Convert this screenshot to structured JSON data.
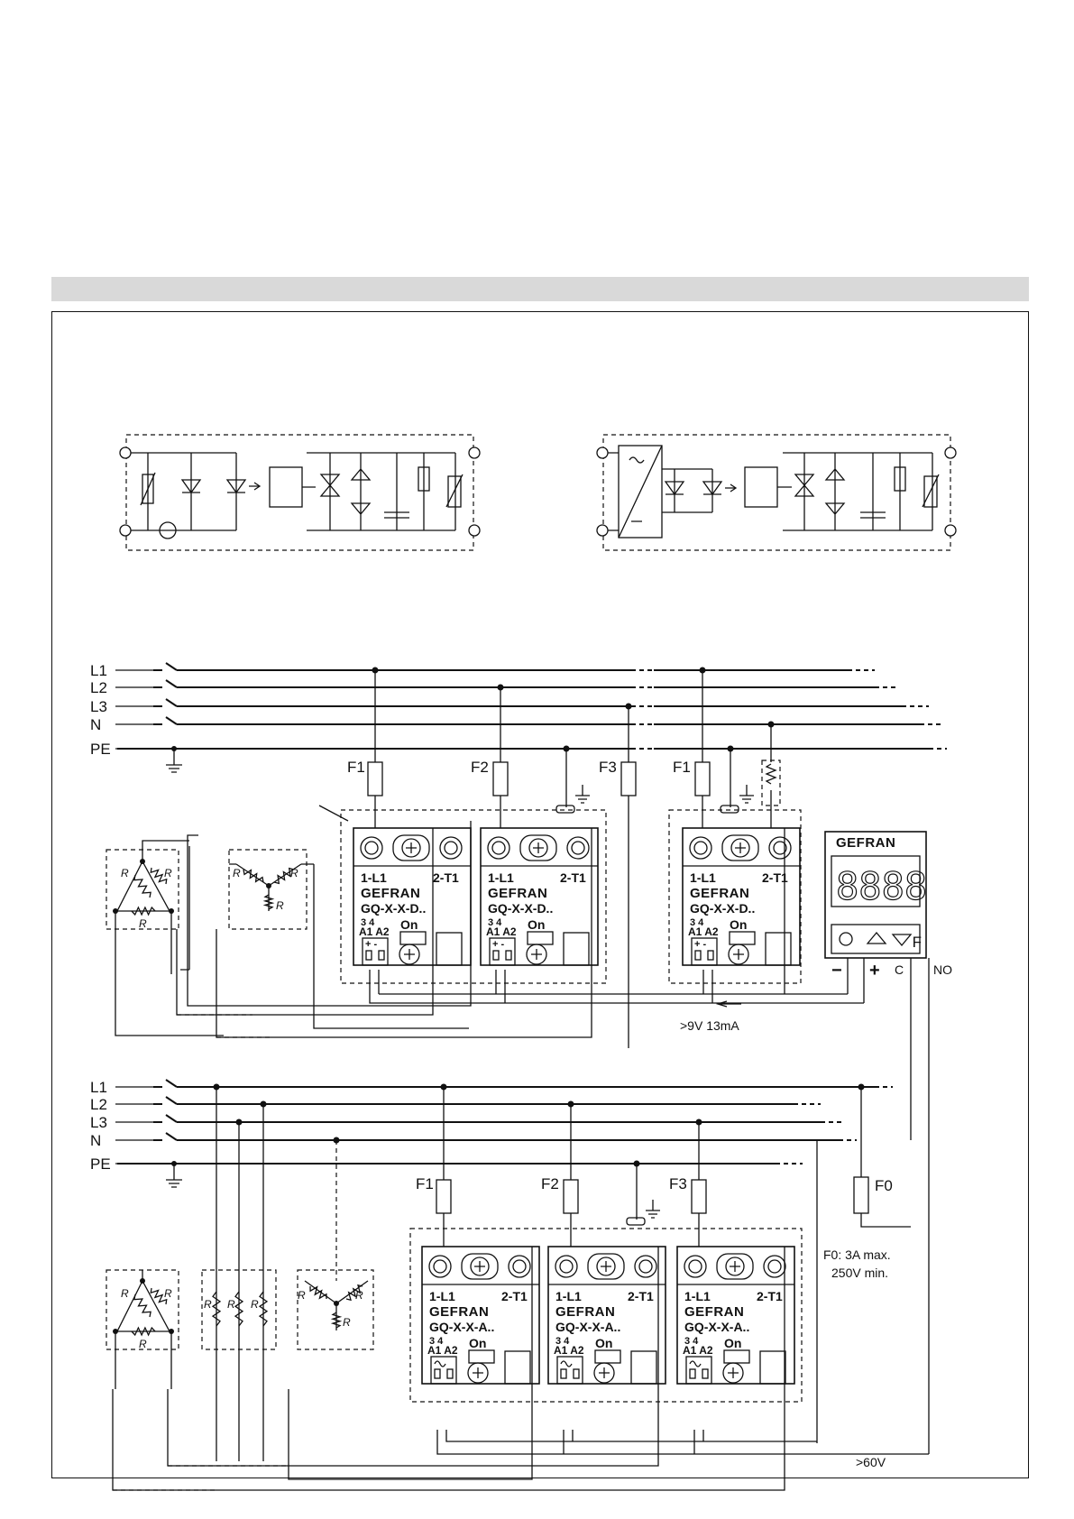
{
  "mains_bus_labels": [
    "L1",
    "L2",
    "L3",
    "N",
    "PE"
  ],
  "fuse_labels": {
    "f1": "F1",
    "f2": "F2",
    "f3": "F3",
    "f0": "F0"
  },
  "resistor_label": "R",
  "dc_module": {
    "terminal_l1": "1-L1",
    "terminal_t1": "2-T1",
    "brand": "GEFRAN",
    "model": "GQ-X-X-D..",
    "control_pins": "3  4",
    "control_terms": "A1 A2",
    "led_label": "On",
    "polarity": "+ -"
  },
  "ac_module": {
    "terminal_l1": "1-L1",
    "terminal_t1": "2-T1",
    "brand": "GEFRAN",
    "model": "GQ-X-X-A..",
    "control_pins": "3  4",
    "control_terms": "A1 A2",
    "led_label": "On"
  },
  "controller": {
    "brand": "GEFRAN",
    "display": "8888",
    "key_f": "F",
    "out_minus": "−",
    "out_plus": "+",
    "out_c": "C",
    "out_no": "NO"
  },
  "annotations": {
    "dc_signal": ">9V  13mA",
    "fuse_f0_rating_line1": "F0: 3A  max.",
    "fuse_f0_rating_line2": "250V  min.",
    "ac_signal": ">60V"
  }
}
